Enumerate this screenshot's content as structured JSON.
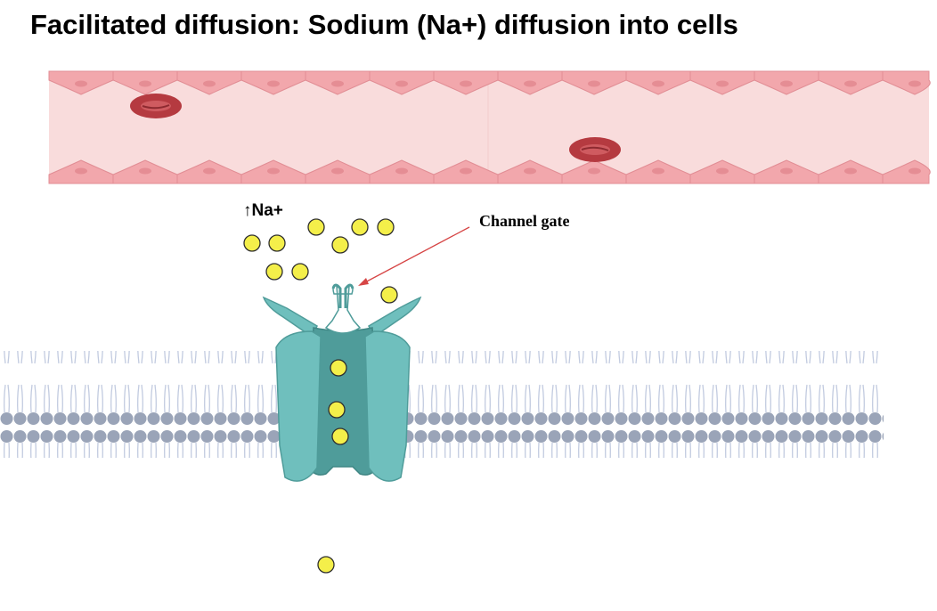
{
  "title": "Facilitated diffusion: Sodium (Na+) diffusion into cells",
  "labels": {
    "sodium_concentration": "↑Na+",
    "channel_gate": "Channel gate"
  },
  "colors": {
    "vessel_lumen": "#f9dcdc",
    "endothelial_cell": "#f2a7ac",
    "red_blood_cell": "#b53a40",
    "membrane_head": "#9aa4b8",
    "membrane_tail": "#c2cbe0",
    "channel_protein": "#6fbfbd",
    "channel_pore": "#4f9c9a",
    "sodium_ion": "#f4ef4a",
    "arrow": "#d64545"
  },
  "icons": {
    "vessel": "blood-vessel-icon",
    "red_blood_cell": "red-blood-cell-icon",
    "membrane": "lipid-bilayer-icon",
    "channel": "ion-channel-icon",
    "ion": "sodium-ion-icon"
  }
}
